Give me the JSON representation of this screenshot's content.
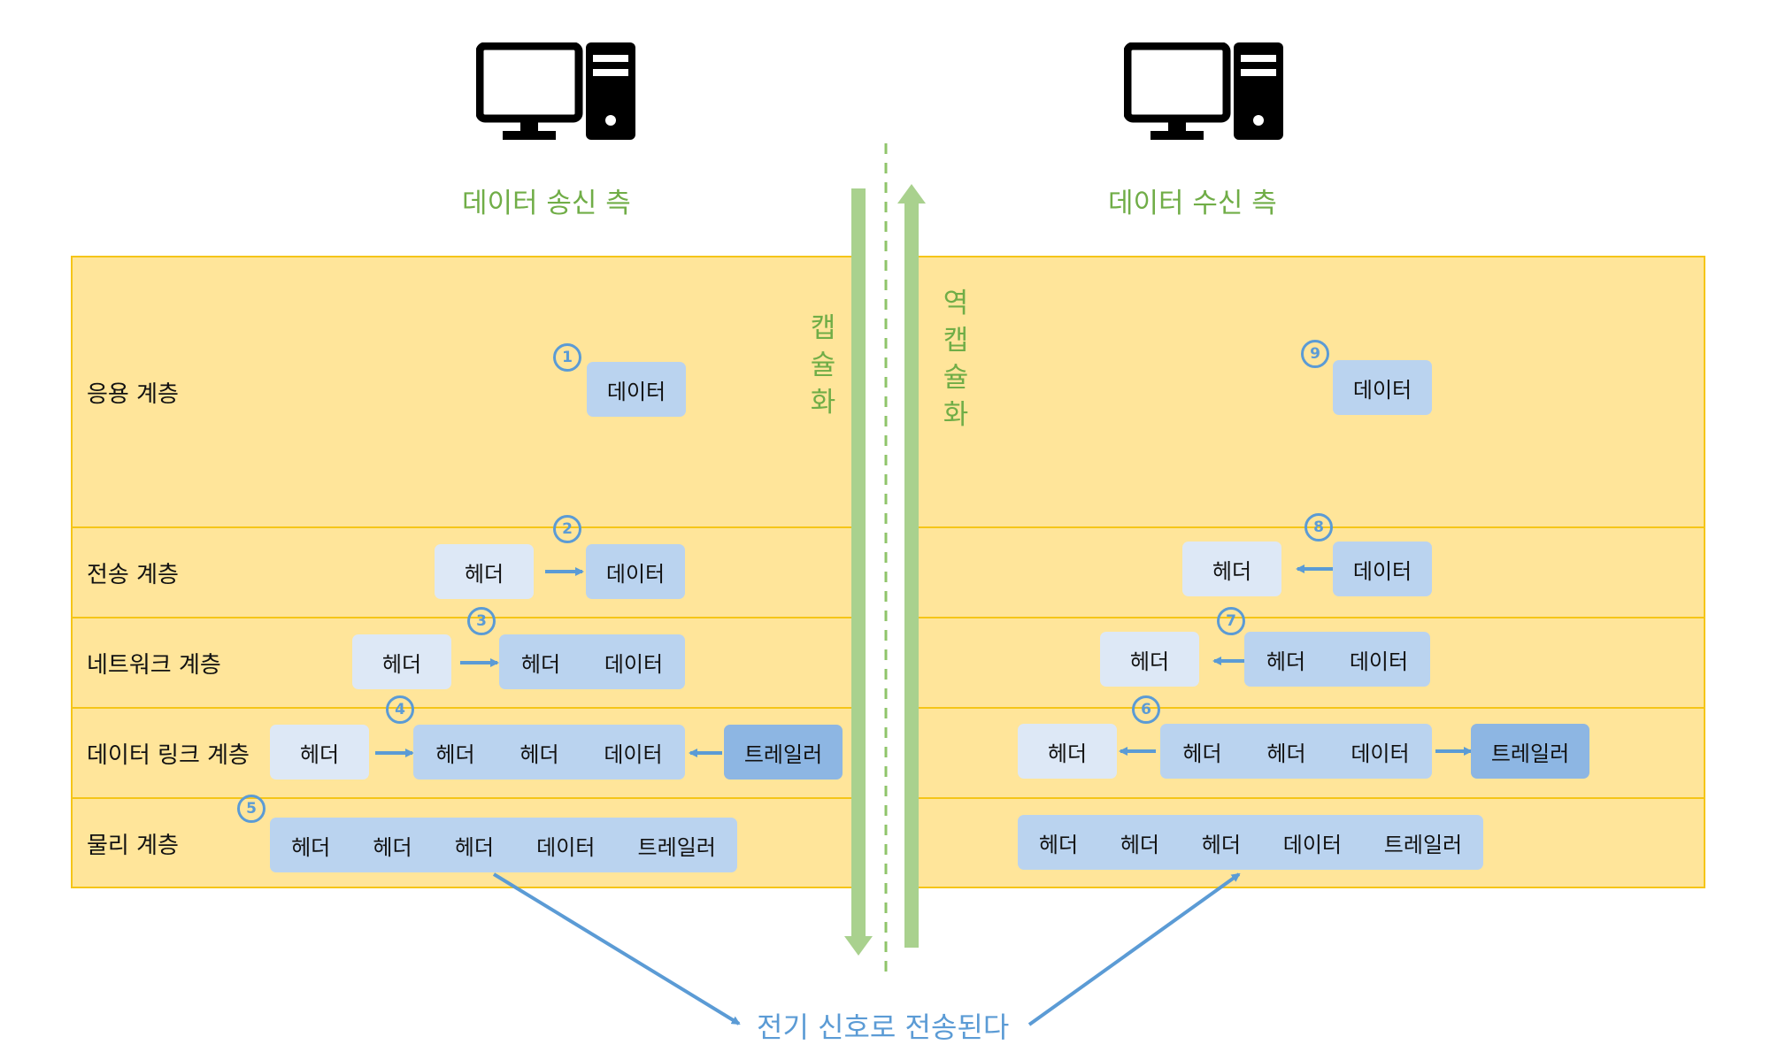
{
  "sender": {
    "title": "데이터 송신 측",
    "icon": "computer-icon"
  },
  "receiver": {
    "title": "데이터 수신 측",
    "icon": "computer-icon"
  },
  "encapsulation": {
    "label": [
      "캡",
      "슐",
      "화"
    ],
    "arrow_color": "#a9d18e"
  },
  "decapsulation": {
    "label": [
      "역",
      "캡",
      "슐",
      "화"
    ],
    "arrow_color": "#a9d18e"
  },
  "layers": {
    "application": "응용 계층",
    "transport": "전송 계층",
    "network": "네트워크 계층",
    "datalink": "데이터 링크 계층",
    "physical": "물리 계층"
  },
  "terms": {
    "data": "데이터",
    "header": "헤더",
    "trailer": "트레일러"
  },
  "steps": [
    "1",
    "2",
    "3",
    "4",
    "5",
    "6",
    "7",
    "8",
    "9"
  ],
  "bottom_caption": "전기 신호로 전송된다",
  "colors": {
    "panel": "#ffe59a",
    "panel_border": "#f5c518",
    "data_box": "#bad3ef",
    "header_box": "#dde8f6",
    "trailer_box": "#8db6e3",
    "accent_blue": "#5b9bd5",
    "accent_green": "#70ad47"
  }
}
